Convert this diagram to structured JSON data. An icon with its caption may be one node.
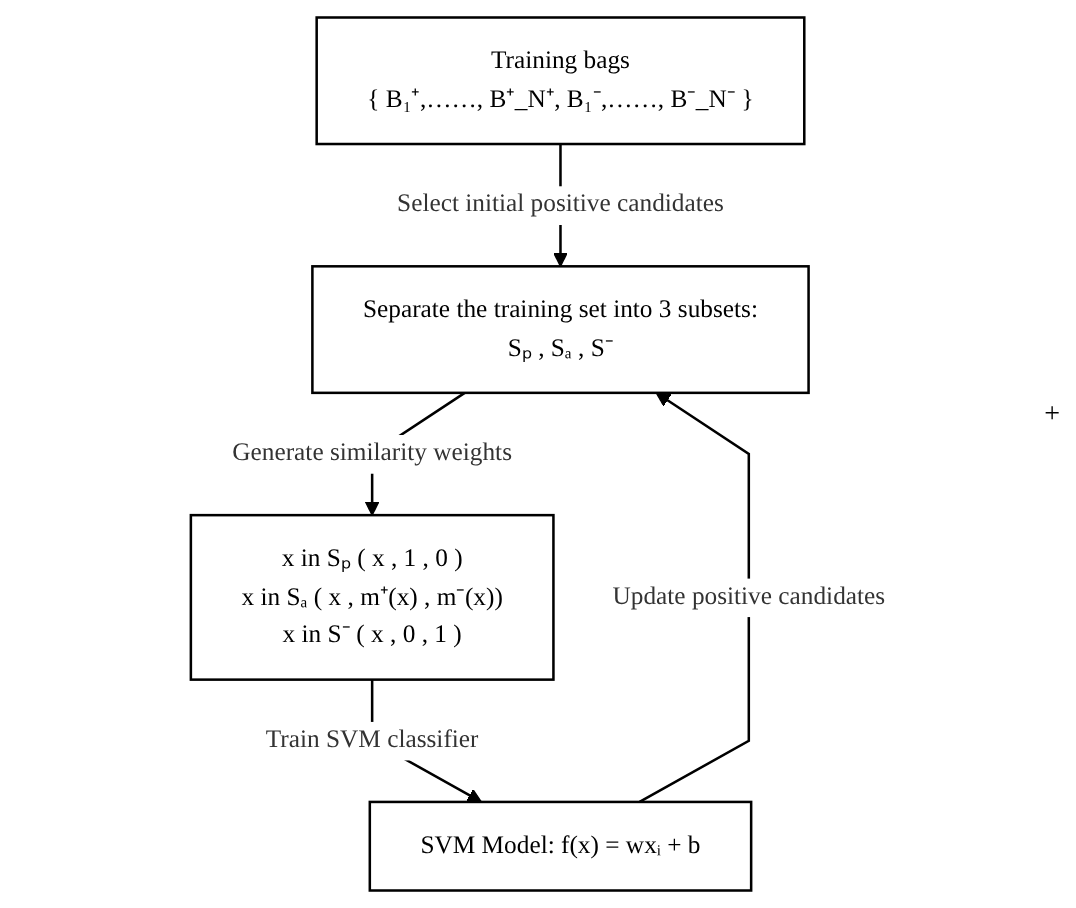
{
  "diagram": {
    "nodes": [
      {
        "text": [
          "Training bags",
          "{ B₁⁺,……, B⁺_N⁺, B₁⁻,……, B⁻_N⁻ }"
        ]
      },
      {
        "text": [
          "Separate the training set into 3 subsets:",
          "Sₚ , Sₐ , S⁻"
        ]
      },
      {
        "text": [
          "x in Sₚ ( x , 1 , 0 )",
          "x in Sₐ ( x , m⁺(x) , m⁻(x))",
          "x in S⁻ ( x , 0 , 1 )"
        ]
      },
      {
        "text": [
          "SVM Model: f(x) = wxᵢ + b"
        ]
      }
    ],
    "edges": [
      {
        "from": 0,
        "to": 1,
        "arrow": "to",
        "label": "Select initial positive candidates"
      },
      {
        "from": 1,
        "to": 2,
        "arrow": "to",
        "label": "Generate similarity weights"
      },
      {
        "from": 2,
        "to": 3,
        "arrow": "to",
        "label": "Train SVM classifier"
      },
      {
        "from": 3,
        "to": 1,
        "arrow": "to",
        "label": "Update positive candidates"
      }
    ],
    "labels": [
      "+"
    ]
  }
}
